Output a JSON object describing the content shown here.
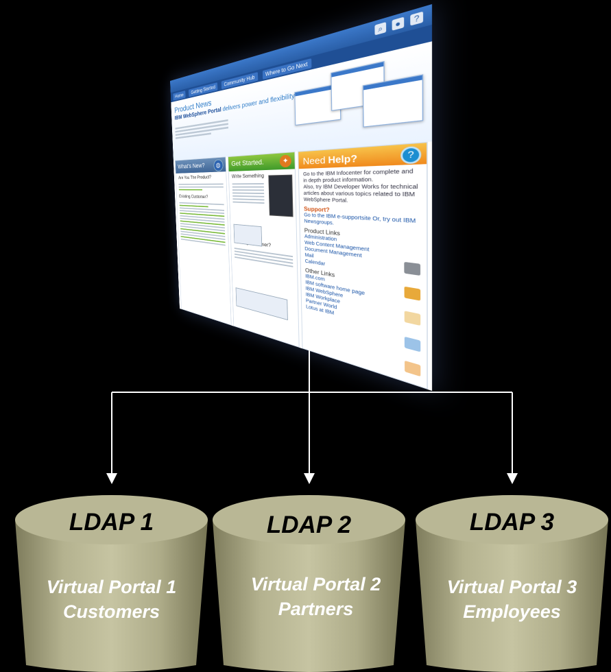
{
  "portal": {
    "tabs": [
      "Home",
      "Getting Started",
      "Community Hub",
      "Where to Go Next"
    ],
    "news_title": "Product News",
    "news_sub_brand": "IBM WebSphere Portal",
    "news_sub_text": "delivers power and flexibility again!",
    "col1_title": "What's New?",
    "col1_h1": "Are You The Product?",
    "col1_h2": "Existing Customer?",
    "col2_title": "Get Started.",
    "col2_h1": "Write Something",
    "col2_h2": "Existing customer?",
    "col3_title_a": "Need",
    "col3_title_b": "Help?",
    "col3_p1": "Go to the IBM Infocenter for complete and in depth product information.",
    "col3_p2": "Also, try IBM Developer Works for technical articles about various topics related to IBM WebSphere Portal.",
    "col3_support": "Support?",
    "col3_support_text": "Go to the IBM e-supportsite Or, try out IBM Newsgroups.",
    "col3_links_head": "Product Links",
    "col3_links": [
      "Administration",
      "Web Content Management",
      "Document Management",
      "Mail",
      "Calendar"
    ],
    "col3_other_head": "Other Links",
    "col3_other": [
      "IBM.com",
      "IBM software home page",
      "IBM WebSphere",
      "IBM Workplace",
      "Partner World",
      "Lotus at IBM"
    ]
  },
  "ldaps": [
    {
      "title": "LDAP 1",
      "portal": "Virtual Portal 1",
      "group": "Customers"
    },
    {
      "title": "LDAP 2",
      "portal": "Virtual Portal 2",
      "group": "Partners"
    },
    {
      "title": "LDAP 3",
      "portal": "Virtual Portal 3",
      "group": "Employees"
    }
  ],
  "colors": {
    "cylinder": "#b9b795",
    "connector": "#ffffff",
    "background": "#000000"
  }
}
